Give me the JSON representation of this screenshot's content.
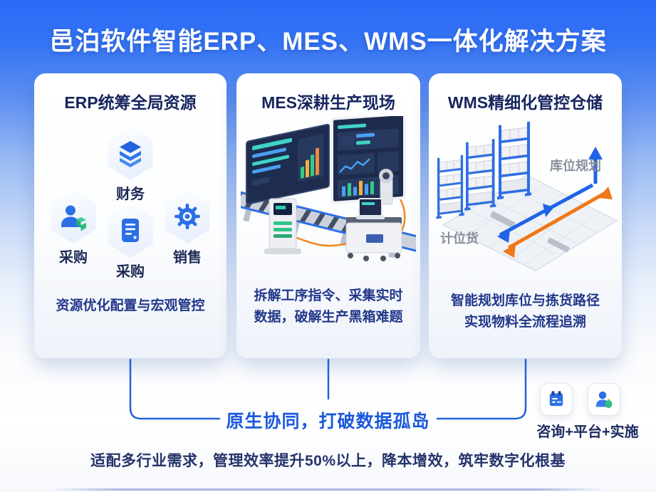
{
  "title": "邑泊软件智能ERP、MES、WMS一体化解决方案",
  "cards": [
    {
      "header": "ERP统筹全局资源",
      "modules": [
        {
          "icon": "layers-icon",
          "label": "财务"
        },
        {
          "icon": "buyer-user-icon",
          "label": "采购"
        },
        {
          "icon": "order-document-icon",
          "label": "采购"
        },
        {
          "icon": "gear-icon",
          "label": "销售"
        }
      ],
      "description": "资源优化配置与宏观管控"
    },
    {
      "header": "MES深耕生产现场",
      "desc_line1": "拆解工序指令、采集实时",
      "desc_line2": "数据，破解生产黑箱难题"
    },
    {
      "header": "WMS精细化管控仓储",
      "shelf_label": "库位规划",
      "floor_label": "计位货",
      "desc_line1": "智能规划库位与拣货路径",
      "desc_line2": "实现物料全流程追溯"
    }
  ],
  "collaboration_text": "原生协同，打破数据孤岛",
  "services": {
    "icons": [
      "clipboard-icon",
      "consultant-icon"
    ],
    "label": "咨询+平台+实施"
  },
  "footer_text": "适配多行业需求，管理效率提升50%以上，降本增效，筑牢数字化根基",
  "colors": {
    "background_top": "#2b69f6",
    "accent_blue": "#2267e8",
    "accent_orange": "#f07c1c",
    "accent_green": "#2fbf82",
    "text_navy": "#17255e",
    "text_blue": "#1b59dd",
    "gray_label": "#8a909b"
  }
}
